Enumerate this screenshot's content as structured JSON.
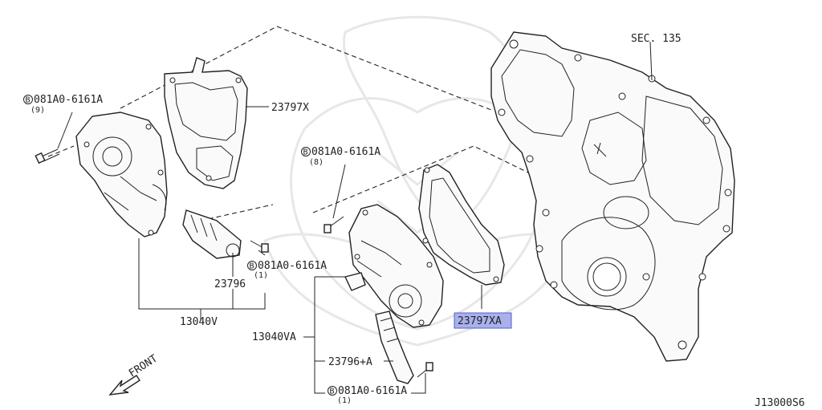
{
  "labels": {
    "sec135": "SEC. 135",
    "bolt_9_code": "081A0-6161A",
    "bolt_9_qty": "(9)",
    "bolt_8_code": "081A0-6161A",
    "bolt_8_qty": "(8)",
    "bolt_1a_code": "081A0-6161A",
    "bolt_1a_qty": "(1)",
    "bolt_1b_code": "081A0-6161A",
    "bolt_1b_qty": "(1)",
    "bolt_prefix": "B",
    "p23797x": "23797X",
    "p23797xa": "23797XA",
    "p23796": "23796",
    "p13040v": "13040V",
    "p13040va": "13040VA",
    "p23796a": "23796+A",
    "front": "FRONT",
    "diagram_code": "J13000S6"
  },
  "colors": {
    "highlight": "#a9b0ec",
    "highlight_border": "#5560c8",
    "line": "#222222",
    "watermark": "#e7e7e7"
  }
}
